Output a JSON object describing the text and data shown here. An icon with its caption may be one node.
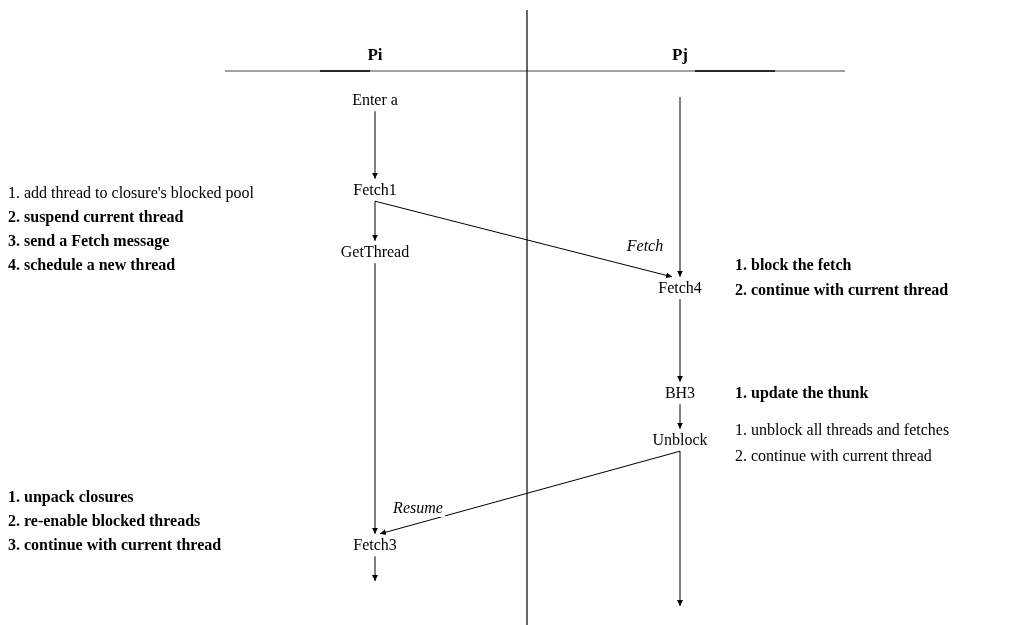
{
  "diagram": {
    "nodes": [
      {
        "text": [
          "Enter a"
        ]
      },
      {
        "text": [
          "Fetch1"
        ]
      },
      {
        "text": [
          "GetThread"
        ]
      },
      {
        "text": [
          "Fetch4"
        ]
      },
      {
        "text": [
          "BH3"
        ]
      },
      {
        "text": [
          "Unblock"
        ]
      },
      {
        "text": [
          "Fetch3"
        ]
      }
    ],
    "edges": [
      {
        "from": 0,
        "to": 1,
        "arrow": "to"
      },
      {
        "from": 1,
        "to": 3,
        "arrow": "to",
        "label": "Fetch"
      },
      {
        "from": 1,
        "to": 2,
        "arrow": "to"
      },
      {
        "from": null,
        "to": 3,
        "arrow": "to"
      },
      {
        "from": 2,
        "to": 6,
        "arrow": "to"
      },
      {
        "from": 5,
        "to": 6,
        "arrow": "to",
        "label": "Resume"
      },
      {
        "from": 3,
        "to": 4,
        "arrow": "to"
      },
      {
        "from": 4,
        "to": 5,
        "arrow": "to"
      },
      {
        "from": 6,
        "to": null,
        "arrow": "to"
      },
      {
        "from": 5,
        "to": null,
        "arrow": "to"
      }
    ],
    "labels": [
      "Pi",
      "Pj",
      "1. add thread to closure's blocked pool",
      "2. suspend current thread",
      "3. send a Fetch message",
      "4. schedule a new thread",
      "1. block the fetch",
      "2. continue with current thread",
      "1. update the thunk",
      "1. unblock all threads and fetches",
      "2. continue with current thread",
      "1. unpack closures",
      "2. re-enable blocked threads",
      "3. continue with current thread"
    ]
  }
}
